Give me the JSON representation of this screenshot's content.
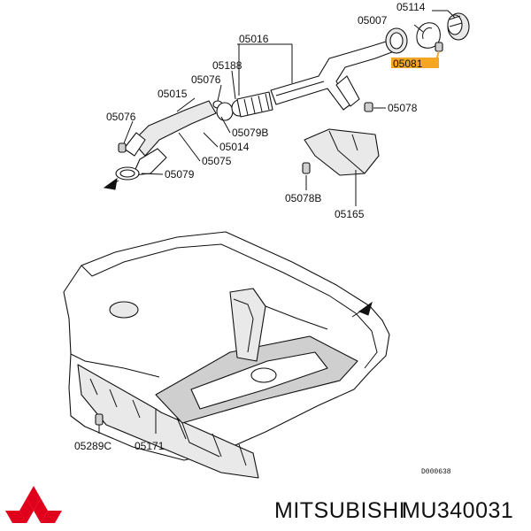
{
  "diagram": {
    "labels": {
      "l05114": "05114",
      "l05007": "05007",
      "l05081": "05081",
      "l05016": "05016",
      "l05188": "05188",
      "l05076a": "05076",
      "l05015": "05015",
      "l05076b": "05076",
      "l05079b": "05079B",
      "l05014": "05014",
      "l05075": "05075",
      "l05079": "05079",
      "l05078": "05078",
      "l05078b": "05078B",
      "l05165": "05165",
      "l05289c": "05289C",
      "l05171": "05171"
    },
    "drawing_code": "D000638",
    "highlight_color": "#f5a623"
  },
  "footer": {
    "brand": "MITSUBISHI",
    "part_number": "MU340031",
    "logo_color": "#e0001b"
  }
}
